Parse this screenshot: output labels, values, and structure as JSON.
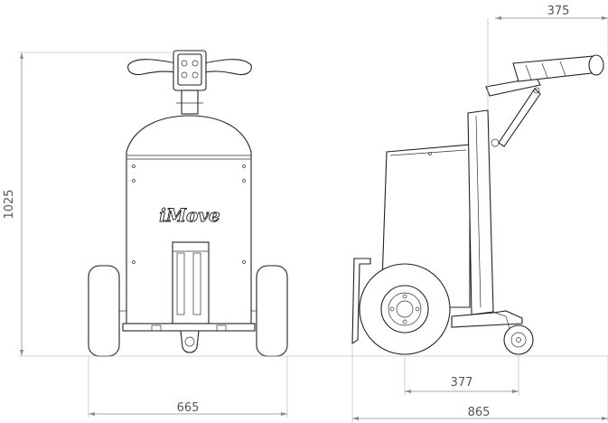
{
  "dimensions": {
    "height": "1025",
    "front_width": "665",
    "side_length": "865",
    "wheelbase": "377",
    "handle_reach": "375"
  },
  "logo": {
    "text": "iMove"
  },
  "colors": {
    "line": "#222222",
    "dimension": "#8a8a8a",
    "dimension_text": "#555555",
    "background": "#ffffff"
  }
}
